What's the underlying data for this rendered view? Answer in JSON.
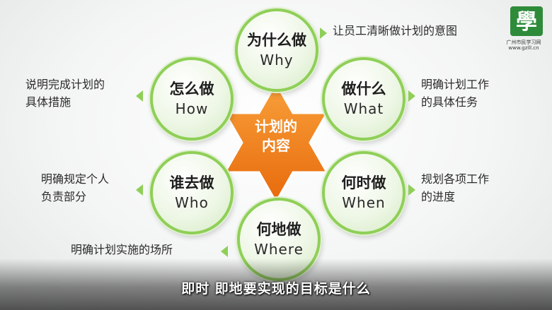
{
  "center": {
    "line1": "计划的",
    "line2": "内容"
  },
  "nodes": [
    {
      "cn": "为什么做",
      "en": "Why",
      "desc": [
        "让员工清晰做计划的意图"
      ]
    },
    {
      "cn": "做什么",
      "en": "What",
      "desc": [
        "明确计划工作",
        "的具体任务"
      ]
    },
    {
      "cn": "何时做",
      "en": "When",
      "desc": [
        "规划各项工作",
        "的进度"
      ]
    },
    {
      "cn": "何地做",
      "en": "Where",
      "desc": [
        "明确计划实施的场所"
      ]
    },
    {
      "cn": "谁去做",
      "en": "Who",
      "desc": [
        "明确规定个人",
        "负责部分"
      ]
    },
    {
      "cn": "怎么做",
      "en": "How",
      "desc": [
        "说明完成计划的",
        "具体措施"
      ]
    }
  ],
  "logo": {
    "glyph": "學",
    "text1": "广州市民学习网",
    "text2": "www.gzlll.cn"
  },
  "subtitle": "即时 即地要实现的目标是什么",
  "colors": {
    "ring": "#8fcf57",
    "star": "#f07e16"
  }
}
